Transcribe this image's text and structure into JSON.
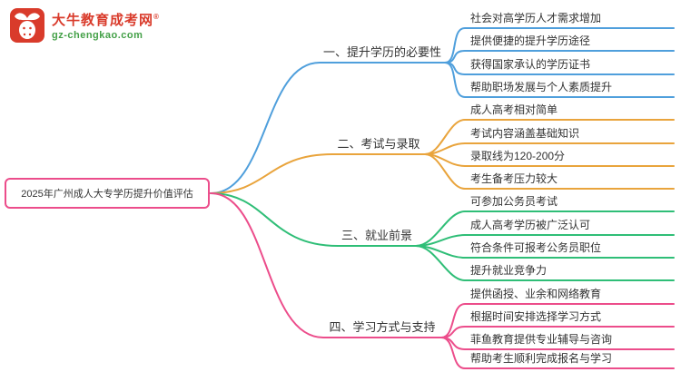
{
  "logo": {
    "title": "大牛教育成考网",
    "reg": "®",
    "url": "gz-chengkao.com"
  },
  "root": {
    "label": "2025年广州成人大专学历提升价值评估",
    "border_color": "#ec4d8b"
  },
  "branches": [
    {
      "label": "一、提升学历的必要性",
      "color": "#4f9fdc",
      "children": [
        "社会对高学历人才需求增加",
        "提供便捷的提升学历途径",
        "获得国家承认的学历证书",
        "帮助职场发展与个人素质提升"
      ]
    },
    {
      "label": "二、考试与录取",
      "color": "#e9a43c",
      "children": [
        "成人高考相对简单",
        "考试内容涵盖基础知识",
        "录取线为120-200分",
        "考生备考压力较大"
      ]
    },
    {
      "label": "三、就业前景",
      "color": "#2fbe77",
      "children": [
        "可参加公务员考试",
        "成人高考学历被广泛认可",
        "符合条件可报考公务员职位",
        "提升就业竞争力"
      ]
    },
    {
      "label": "四、学习方式与支持",
      "color": "#ec4d8b",
      "children": [
        "提供函授、业余和网络教育",
        "根据时间安排选择学习方式",
        "菲鱼教育提供专业辅导与咨询",
        "帮助考生顺利完成报名与学习"
      ]
    }
  ]
}
